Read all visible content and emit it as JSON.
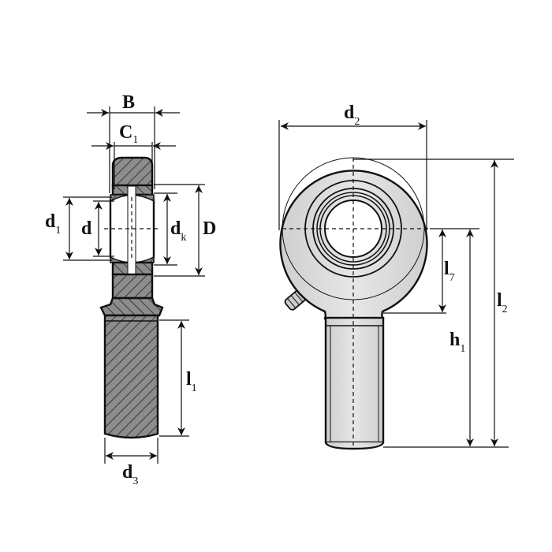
{
  "labels": {
    "B": {
      "main": "B",
      "sub": ""
    },
    "C1": {
      "main": "C",
      "sub": "1"
    },
    "d1": {
      "main": "d",
      "sub": "1"
    },
    "d": {
      "main": "d",
      "sub": ""
    },
    "dk": {
      "main": "d",
      "sub": "k"
    },
    "D": {
      "main": "D",
      "sub": ""
    },
    "l1": {
      "main": "l",
      "sub": "1"
    },
    "d3": {
      "main": "d",
      "sub": "3"
    },
    "d2": {
      "main": "d",
      "sub": "2"
    },
    "l7": {
      "main": "l",
      "sub": "7"
    },
    "h1": {
      "main": "h",
      "sub": "1"
    },
    "l2": {
      "main": "l",
      "sub": "2"
    }
  },
  "colors": {
    "hatch_fill": "#8c8c8c",
    "body_fill": "#d9d9d9",
    "line": "#111111"
  }
}
